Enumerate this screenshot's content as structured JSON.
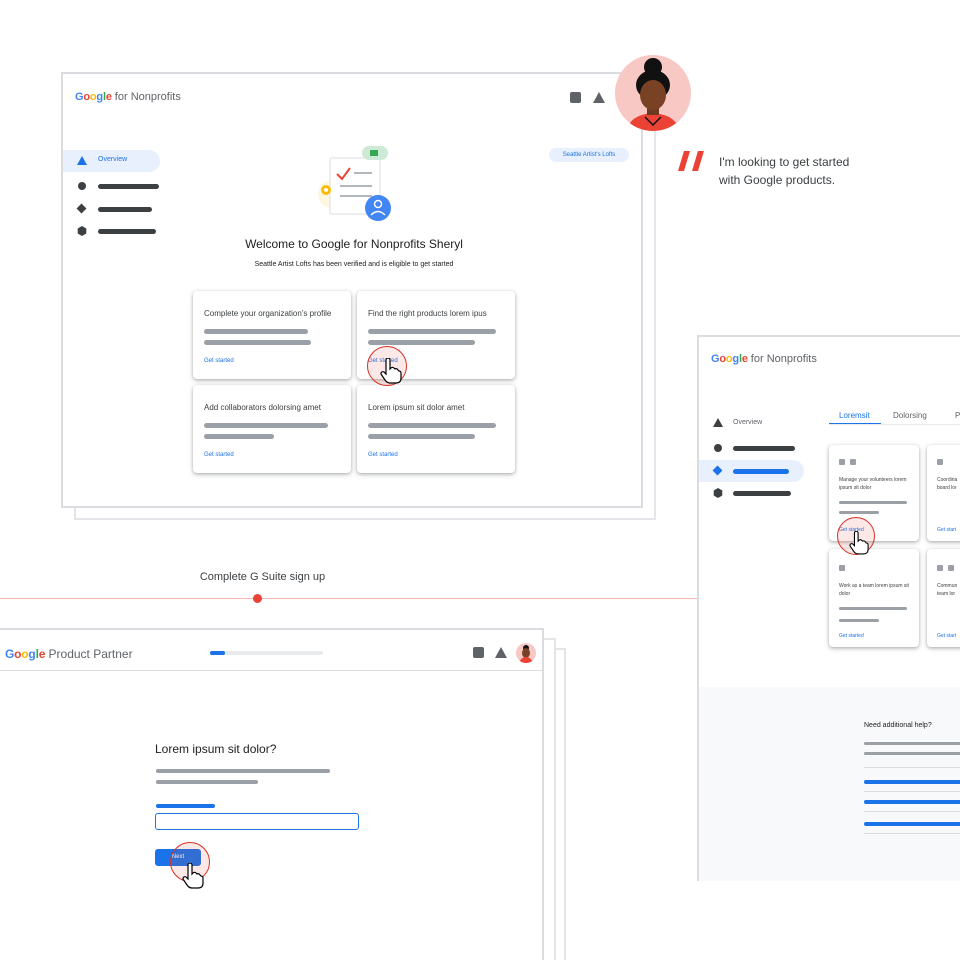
{
  "colors": {
    "accent": "#1a73e8",
    "quote": "#ea4335",
    "timeline": "#ea4335",
    "bar": "#9aa0a6",
    "border": "#dadce0"
  },
  "window1": {
    "brand_google": "Google",
    "brand_suffix": "for Nonprofits",
    "toolbar_icons": [
      "square-icon",
      "triangle-icon"
    ],
    "sidebar": {
      "items": [
        {
          "icon": "triangle-icon",
          "label": "Overview"
        },
        {
          "icon": "circle-icon"
        },
        {
          "icon": "diamond-icon"
        },
        {
          "icon": "hexagon-icon"
        }
      ]
    },
    "org_chip": "Seattle Artist's Lofts",
    "welcome_title": "Welcome to Google for Nonprofits Sheryl",
    "welcome_subtitle": "Seattle Artist Lofts has been verified and is eligible to get started",
    "cards": [
      {
        "title": "Complete your organization's profile",
        "link": "Get started"
      },
      {
        "title": "Find the right products lorem ipus",
        "link": "Get started"
      },
      {
        "title": "Add collaborators dolorsing amet",
        "link": "Get started"
      },
      {
        "title": "Lorem ipsum sit dolor amet",
        "link": "Get started"
      }
    ]
  },
  "quote": {
    "line1": "I'm looking to get started",
    "line2": "with Google products."
  },
  "timeline": {
    "step_label": "Complete G Suite sign up"
  },
  "window2": {
    "brand_google": "Google",
    "brand_suffix": "Product Partner",
    "progress": 0.13,
    "toolbar_icons": [
      "square-icon",
      "triangle-icon",
      "avatar"
    ],
    "question": "Lorem ipsum sit dolor?",
    "next_button": "Next"
  },
  "window3": {
    "brand_google": "Google",
    "brand_suffix": "for Nonprofits",
    "sidebar": {
      "items": [
        {
          "icon": "triangle-icon",
          "label": "Overview"
        },
        {
          "icon": "circle-icon"
        },
        {
          "icon": "diamond-icon"
        },
        {
          "icon": "hexagon-icon"
        }
      ]
    },
    "tabs": [
      "Loremsit",
      "Dolorsing",
      "P"
    ],
    "cards": [
      {
        "title": "Manage your volunteers lorem ipsum sit dolor",
        "link": "Get started"
      },
      {
        "title": "Coordina board lor",
        "link": "Get start"
      },
      {
        "title": "Work as a team lorem ipsum sit dolor",
        "link": "Get started"
      },
      {
        "title": "Commun team lor",
        "link": "Get start"
      }
    ],
    "help_title": "Need additional help?"
  }
}
